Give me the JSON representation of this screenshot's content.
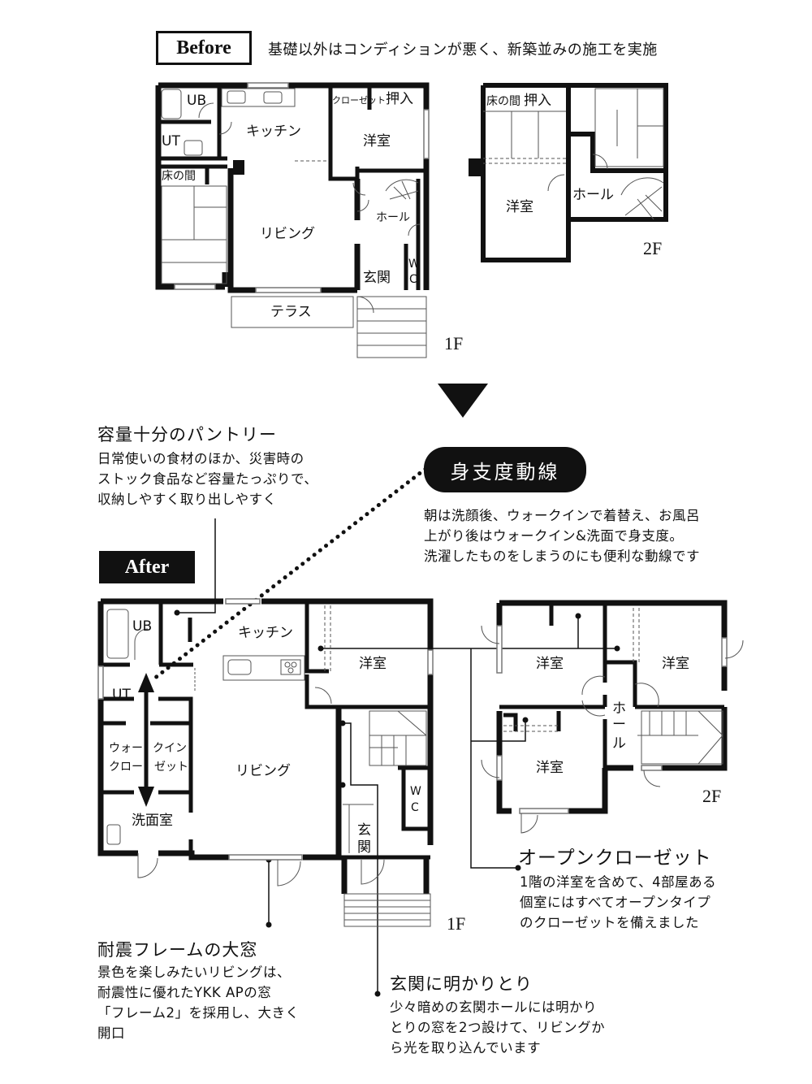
{
  "before": {
    "label": "Before",
    "caption": "基礎以外はコンディションが悪く、新築並みの施工を実施",
    "floor1": {
      "label": "1F",
      "rooms": [
        "UB",
        "UT",
        "キッチン",
        "クローゼット",
        "押入",
        "洋室",
        "床の間",
        "リビング",
        "ホール",
        "玄関",
        "W",
        "C",
        "テラス"
      ]
    },
    "floor2": {
      "label": "2F",
      "rooms": [
        "床の間",
        "押入",
        "洋室",
        "ホール"
      ]
    }
  },
  "divider": {
    "icon": "down-triangle-icon"
  },
  "after": {
    "label": "After",
    "floor1": {
      "label": "1F",
      "rooms": [
        "UB",
        "キッチン",
        "洋室",
        "UT",
        "ウォー",
        "クイン",
        "クロー",
        "ゼット",
        "リビング",
        "洗面室",
        "玄",
        "関",
        "W",
        "C"
      ]
    },
    "floor2": {
      "label": "2F",
      "rooms": [
        "洋室",
        "洋室",
        "洋室",
        "ホ",
        "ー",
        "ル"
      ]
    }
  },
  "callouts": {
    "pantry": {
      "title": "容量十分のパントリー",
      "lines": [
        "日常使いの食材のほか、災害時の",
        "ストック食品など容量たっぷりで、",
        "収納しやすく取り出しやすく"
      ]
    },
    "dressing_route": {
      "title": "身支度動線",
      "lines": [
        "朝は洗顔後、ウォークインで着替え、お風呂",
        "上がり後はウォークイン&洗面で身支度。",
        "洗濯したものをしまうのにも便利な動線です"
      ]
    },
    "open_closet": {
      "title": "オープンクローゼット",
      "lines": [
        "1階の洋室を含めて、4部屋ある",
        "個室にはすべてオープンタイプ",
        "のクローゼットを備えました"
      ]
    },
    "big_window": {
      "title": "耐震フレームの大窓",
      "lines": [
        "景色を楽しみたいリビングは、",
        "耐震性に優れたYKK APの窓",
        "「フレーム2」を採用し、大きく",
        "開口"
      ]
    },
    "entrance_light": {
      "title": "玄関に明かりとり",
      "lines": [
        "少々暗めの玄関ホールには明かり",
        "とりの窓を2つ設けて、リビングか",
        "ら光を取り込んでいます"
      ]
    }
  },
  "colors": {
    "ink": "#111111",
    "background": "#ffffff",
    "window": "#888888"
  }
}
